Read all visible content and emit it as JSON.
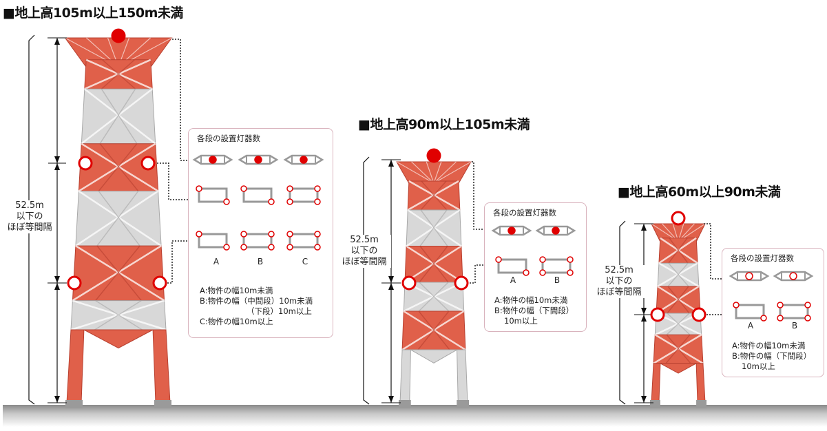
{
  "titles": [
    "■地上高105m以上150m未満",
    "■地上高90m以上105m未満",
    "■地上高60m以上90m未満"
  ],
  "spacing_label": [
    "52.5m",
    "以下の",
    "ほぼ等間隔"
  ],
  "legend_heading": "各段の設置灯器数",
  "box1": {
    "labels": [
      "A",
      "B",
      "C"
    ],
    "notes": [
      "A:物件の幅10m未満",
      "B:物件の幅（中間段）10m未満",
      "（下段）10m以上",
      "C:物件の幅10m以上"
    ]
  },
  "box2": {
    "labels": [
      "A",
      "B"
    ],
    "notes": [
      "A:物件の幅10m未満",
      "B:物件の幅（下間段）",
      "10m以上"
    ]
  },
  "box3": {
    "labels": [
      "A",
      "B"
    ],
    "notes": [
      "A:物件の幅10m未満",
      "B:物件の幅（下間段）",
      "10m以上"
    ]
  },
  "colors": {
    "tower_red": "#e0604a",
    "tower_gray": "#d8d8d8",
    "light_red": "#e00000",
    "icon_gray": "#999999"
  }
}
